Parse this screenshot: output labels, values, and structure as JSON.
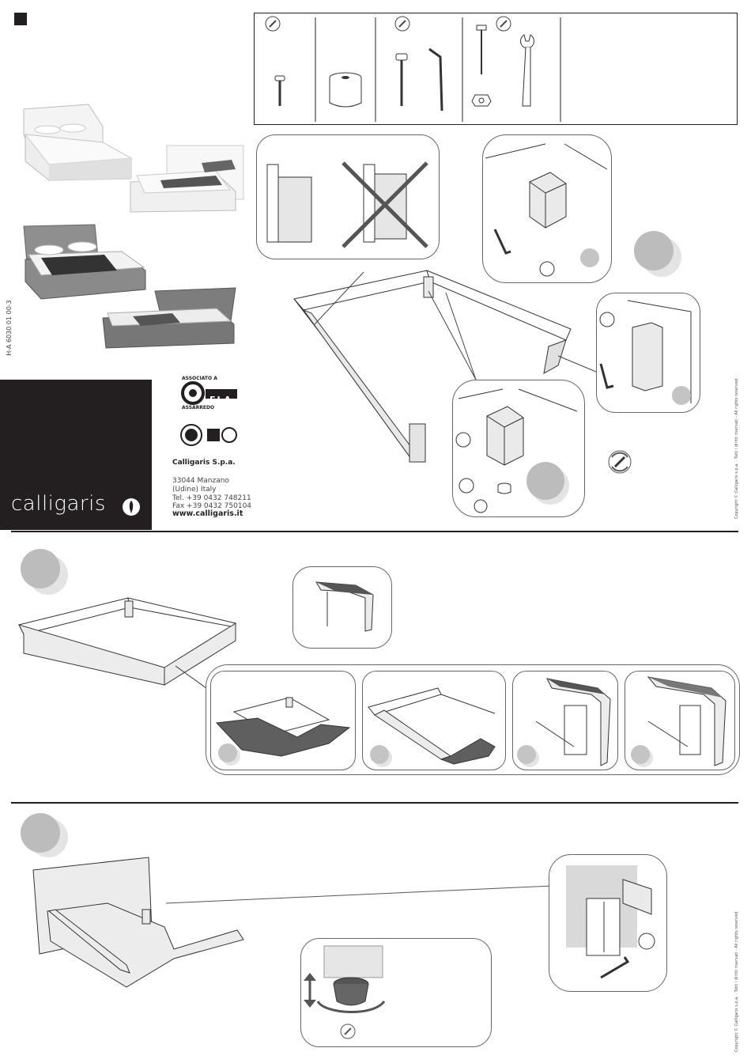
{
  "doc": {
    "code": "H-A 6030 01 00-3",
    "brand": "calligaris",
    "company": "Calligaris S.p.a.",
    "address_line1": "33044 Manzano",
    "address_line2": "(Udine) Italy",
    "tel": "Tel. +39 0432 748211",
    "fax": "Fax +39 0432 750104",
    "web": "www.calligaris.it",
    "fla_top": "ASSOCIATO A",
    "fla_name": "FLA",
    "fla_sub": "ASSARREDO",
    "copyright": "Copyright © Calligaris s.p.a. · Tutti i diritti riservati - All rights reserved"
  },
  "colors": {
    "dark": "#231f20",
    "step_grey": "#bcbcbc",
    "fabric": "#e6e6e6",
    "line": "#555555"
  },
  "icons": [
    "screwdriver-icon",
    "allen-key-icon",
    "wrench-icon",
    "bolt-icon",
    "nut-icon",
    "foot-icon",
    "leg-bracket-icon",
    "rotate-arrow-icon",
    "up-down-arrow-icon"
  ]
}
